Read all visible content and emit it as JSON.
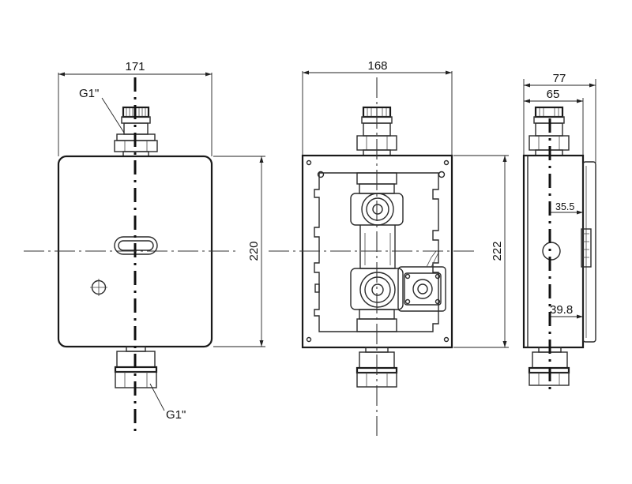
{
  "front_view": {
    "width_dim": "171",
    "height_dim": "220",
    "inlet_thread": "G1\"",
    "outlet_thread": "G1\""
  },
  "middle_view": {
    "width_dim": "168",
    "height_dim": "222"
  },
  "side_view": {
    "overall_depth_dim": "77",
    "body_depth_dim": "65",
    "upper_offset_dim": "35.5",
    "lower_offset_dim": "39.8"
  }
}
